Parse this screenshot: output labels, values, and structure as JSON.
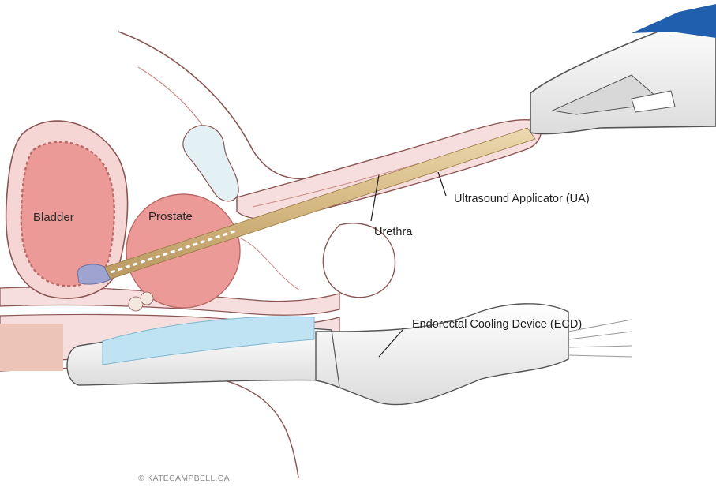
{
  "labels": {
    "bladder": "Bladder",
    "prostate": "Prostate",
    "ultrasound_applicator": "Ultrasound Applicator (UA)",
    "urethra": "Urethra",
    "cooling_device": "Endorectal Cooling Device (ECD)"
  },
  "credit": "© KATECAMPBELL.CA",
  "colors": {
    "tissue_fill": "#f6dede",
    "organ_fill": "#ec9a97",
    "organ_stroke": "#b96a66",
    "outline": "#8a5553",
    "applicator_shaft": "#d9be8a",
    "applicator_tip": "#9ea3cf",
    "cooling_fluid": "#bfe3f3",
    "device_body": "#f4f4f4",
    "handle_blue": "#1f5fae"
  }
}
